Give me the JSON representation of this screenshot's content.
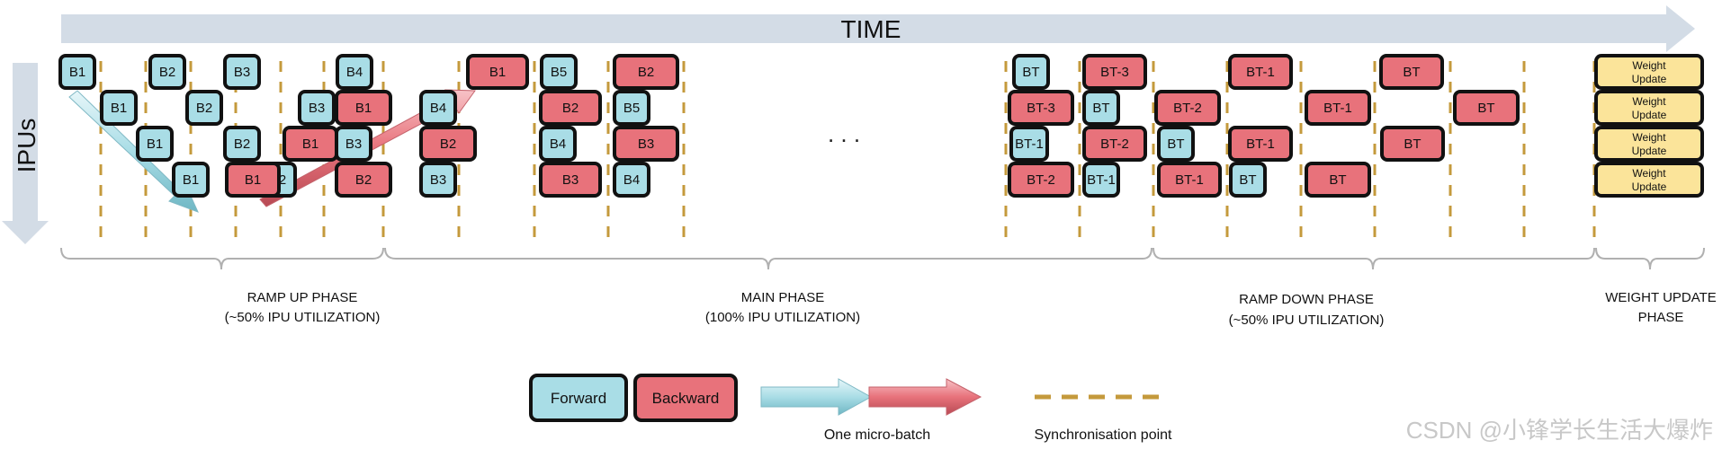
{
  "axes": {
    "time_label": "TIME",
    "ipus_label": "IPUs"
  },
  "ellipsis": ". . .",
  "phases": [
    {
      "line1": "RAMP UP PHASE",
      "line2": "(~50% IPU UTILIZATION)"
    },
    {
      "line1": "MAIN PHASE",
      "line2": "(100% IPU UTILIZATION)"
    },
    {
      "line1": "RAMP DOWN PHASE",
      "line2": "(~50% IPU UTILIZATION)"
    },
    {
      "line1": "WEIGHT UPDATE",
      "line2": "PHASE"
    }
  ],
  "blocks": [
    {
      "label": "B1",
      "type": "forward"
    },
    {
      "label": "B1",
      "type": "forward"
    },
    {
      "label": "B1",
      "type": "forward"
    },
    {
      "label": "B1",
      "type": "forward"
    },
    {
      "label": "B2",
      "type": "forward"
    },
    {
      "label": "B2",
      "type": "forward"
    },
    {
      "label": "B2",
      "type": "forward"
    },
    {
      "label": "B2",
      "type": "forward"
    },
    {
      "label": "B3",
      "type": "forward"
    },
    {
      "label": "B3",
      "type": "forward"
    },
    {
      "label": "B1",
      "type": "backward"
    },
    {
      "label": "B1",
      "type": "backward"
    },
    {
      "label": "B4",
      "type": "forward"
    },
    {
      "label": "B1",
      "type": "backward"
    },
    {
      "label": "B3",
      "type": "forward"
    },
    {
      "label": "B2",
      "type": "backward"
    },
    {
      "label": "B1",
      "type": "backward"
    },
    {
      "label": "B4",
      "type": "forward"
    },
    {
      "label": "B2",
      "type": "backward"
    },
    {
      "label": "B3",
      "type": "forward"
    },
    {
      "label": "B5",
      "type": "forward"
    },
    {
      "label": "B2",
      "type": "backward"
    },
    {
      "label": "B4",
      "type": "forward"
    },
    {
      "label": "B3",
      "type": "backward"
    },
    {
      "label": "B2",
      "type": "backward"
    },
    {
      "label": "B5",
      "type": "forward"
    },
    {
      "label": "B3",
      "type": "backward"
    },
    {
      "label": "B4",
      "type": "forward"
    },
    {
      "label": "BT",
      "type": "forward"
    },
    {
      "label": "BT-3",
      "type": "backward"
    },
    {
      "label": "BT-1",
      "type": "forward"
    },
    {
      "label": "BT-2",
      "type": "backward"
    },
    {
      "label": "BT-3",
      "type": "backward"
    },
    {
      "label": "BT",
      "type": "forward"
    },
    {
      "label": "BT-2",
      "type": "backward"
    },
    {
      "label": "BT-1",
      "type": "forward"
    },
    {
      "label": "BT-2",
      "type": "backward"
    },
    {
      "label": "BT",
      "type": "forward"
    },
    {
      "label": "BT-1",
      "type": "backward"
    },
    {
      "label": "BT",
      "type": "forward"
    },
    {
      "label": "BT-1",
      "type": "backward"
    },
    {
      "label": "BT-1",
      "type": "backward"
    },
    {
      "label": "BT",
      "type": "backward"
    },
    {
      "label": "BT",
      "type": "backward"
    },
    {
      "label": "BT",
      "type": "backward"
    },
    {
      "label": "BT-1",
      "type": "backward"
    },
    {
      "label": "BT",
      "type": "backward"
    }
  ],
  "weight_update": {
    "line1": "Weight",
    "line2": "Update"
  },
  "legend": {
    "forward": "Forward",
    "backward": "Backward",
    "micro_batch": "One micro-batch",
    "sync_point": "Synchronisation point"
  },
  "watermark": "CSDN @小锋学长生活大爆炸",
  "colors": {
    "forward_fill": "#a9dde6",
    "backward_fill": "#e8727b",
    "weight_fill": "#fbe49a",
    "block_border": "#111111",
    "sync_line": "#c49a3c",
    "axis_arrow": "#d3dce6",
    "bracket": "#b0b0b0"
  }
}
